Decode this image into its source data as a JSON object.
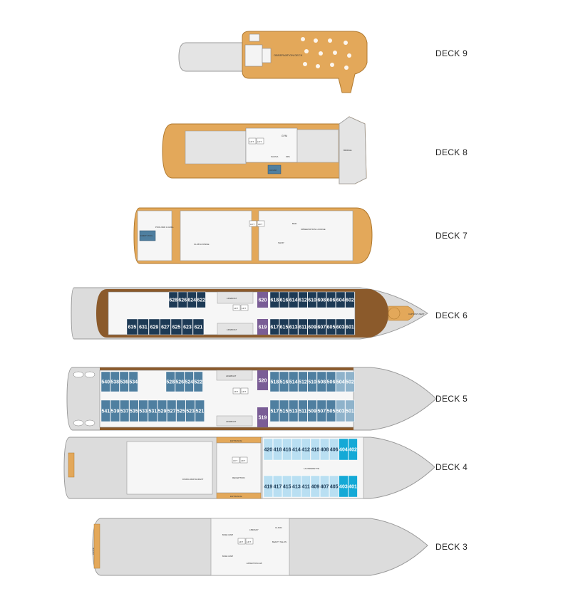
{
  "decks": [
    {
      "id": "deck9",
      "label": "DECK 9",
      "areas": {
        "observation": "OBSERVATION DECK"
      }
    },
    {
      "id": "deck8",
      "label": "DECK 8",
      "areas": {
        "gym": "GYM",
        "sauna": "SAUNA",
        "spa": "SPA",
        "jacuzzi": "JACUZZI",
        "bridge": "BRIDGE",
        "lift1": "LIFT",
        "lift2": "LIFT"
      }
    },
    {
      "id": "deck7",
      "label": "DECK 7",
      "areas": {
        "pool_bar": "POOL BAR & GRILL",
        "infinity_pool": "INFINITY POOL",
        "club_lounge": "CLUB LOUNGE",
        "bar": "BAR",
        "observation_lounge": "OBSERVATION LOUNGE",
        "shop": "SHOP",
        "lift1": "LIFT",
        "lift2": "LIFT"
      }
    },
    {
      "id": "deck6",
      "label": "DECK 6",
      "areas": {
        "lifeboat_top": "LIFEBOAT",
        "lifeboat_bottom": "LIFEBOAT",
        "captains_nest": "CAPTAIN'S NEST",
        "lift1": "LIFT",
        "lift2": "LIFT"
      },
      "cabins_top_aft": [
        "628",
        "626",
        "624",
        "622"
      ],
      "cabins_bottom_aft": [
        "635",
        "631",
        "629",
        "627",
        "625",
        "623",
        "621"
      ],
      "cabin_top_mid": "620",
      "cabin_bottom_mid": "619",
      "cabins_top_fwd": [
        "618",
        "616",
        "614",
        "612",
        "610",
        "608",
        "606",
        "604",
        "602"
      ],
      "cabins_bottom_fwd": [
        "617",
        "615",
        "613",
        "611",
        "609",
        "607",
        "605",
        "603",
        "601"
      ]
    },
    {
      "id": "deck5",
      "label": "DECK 5",
      "areas": {
        "lifeboat_top": "LIFEBOAT",
        "lifeboat_bottom": "LIFEBOAT",
        "lift1": "LIFT",
        "lift2": "LIFT"
      },
      "cabins_top_aft1": [
        "540",
        "538",
        "536",
        "534"
      ],
      "cabins_top_aft2": [
        "528",
        "526",
        "524",
        "522"
      ],
      "cabins_bottom_aft": [
        "541",
        "539",
        "537",
        "535",
        "533",
        "531",
        "529",
        "527",
        "525",
        "523",
        "521"
      ],
      "cabin_top_mid": "520",
      "cabin_bottom_mid": "519",
      "cabins_top_fwd": [
        "518",
        "516",
        "514",
        "512",
        "510",
        "508",
        "506",
        "504",
        "502"
      ],
      "cabins_bottom_fwd": [
        "517",
        "515",
        "513",
        "511",
        "509",
        "507",
        "505",
        "503",
        "501"
      ]
    },
    {
      "id": "deck4",
      "label": "DECK 4",
      "areas": {
        "entrance_top": "ENTRANCE",
        "entrance_bottom": "ENTRANCE",
        "reception": "RECEPTION",
        "launderette": "LAUNDERETTE",
        "restaurant": "DINING RESTAURANT",
        "lift1": "LIFT",
        "lift2": "LIFT"
      },
      "cabins_top": [
        "420",
        "418",
        "416",
        "414",
        "412",
        "410",
        "408",
        "406",
        "404",
        "402"
      ],
      "cabins_bottom": [
        "419",
        "417",
        "415",
        "413",
        "411",
        "409",
        "407",
        "405",
        "403",
        "401"
      ]
    },
    {
      "id": "deck3",
      "label": "DECK 3",
      "areas": {
        "library": "LIBRARY",
        "clinic": "CLINIC",
        "beauty": "BEAUTY SALON",
        "base_camp1": "BASE CAMP",
        "base_camp2": "BASE CAMP",
        "expedition_lab": "EXPEDITION LAB",
        "marina": "MARINA",
        "lift1": "LIFT",
        "lift2": "LIFT"
      }
    }
  ],
  "colors": {
    "deck_wood": "#e3a85a",
    "deck_wood_edge": "#b07a30",
    "hull_grey": "#dcdcdc",
    "hull_edge": "#9a9a9a",
    "interior": "#f6f6f6",
    "cabin_navy": "#1d3a55",
    "cabin_steel": "#4f7fa0",
    "cabin_lightblue": "#b9dff2",
    "cabin_cyan": "#14a9d6",
    "cabin_purple": "#7a5d96",
    "balcony_brown": "#8b5a2b"
  }
}
